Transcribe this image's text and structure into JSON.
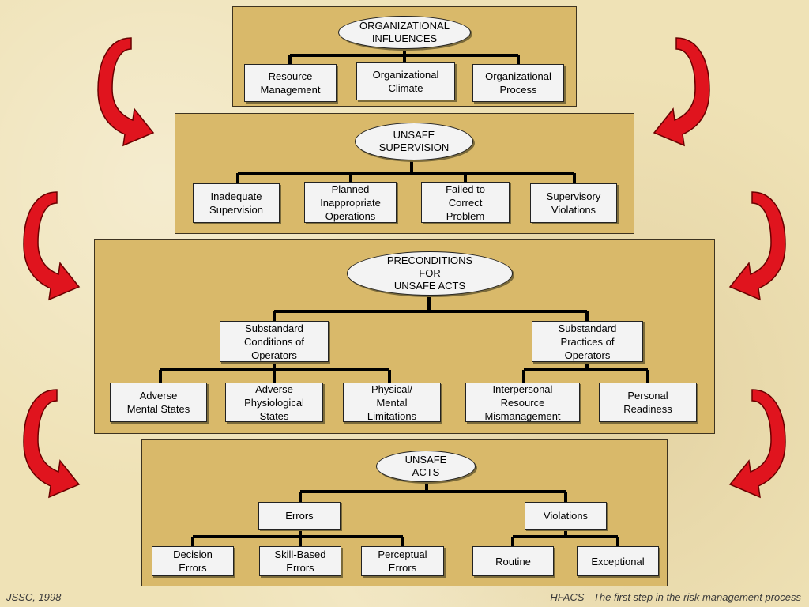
{
  "organizational": {
    "title": "ORGANIZATIONAL\nINFLUENCES",
    "items": [
      "Resource\nManagement",
      "Organizational\nClimate",
      "Organizational\nProcess"
    ]
  },
  "supervision": {
    "title": "UNSAFE\nSUPERVISION",
    "items": [
      "Inadequate\nSupervision",
      "Planned\nInappropriate\nOperations",
      "Failed to\nCorrect\nProblem",
      "Supervisory\nViolations"
    ]
  },
  "preconditions": {
    "title": "PRECONDITIONS\nFOR\nUNSAFE ACTS",
    "conditions": "Substandard\nConditions of\nOperators",
    "practices": "Substandard\nPractices of\nOperators",
    "condition_items": [
      "Adverse\nMental States",
      "Adverse\nPhysiological\nStates",
      "Physical/\nMental\nLimitations"
    ],
    "practice_items": [
      "Interpersonal\nResource\nMismanagement",
      "Personal\nReadiness"
    ]
  },
  "acts": {
    "title": "UNSAFE\nACTS",
    "errors": "Errors",
    "violations": "Violations",
    "error_items": [
      "Decision\nErrors",
      "Skill-Based\nErrors",
      "Perceptual\nErrors"
    ],
    "violation_items": [
      "Routine",
      "Exceptional"
    ]
  },
  "footer": {
    "left": "JSSC, 1998",
    "right": "HFACS - The first step in the risk management process"
  },
  "colors": {
    "panel": "#d9b96a",
    "arrow": "#e0141e",
    "box": "#f3f3f3"
  }
}
